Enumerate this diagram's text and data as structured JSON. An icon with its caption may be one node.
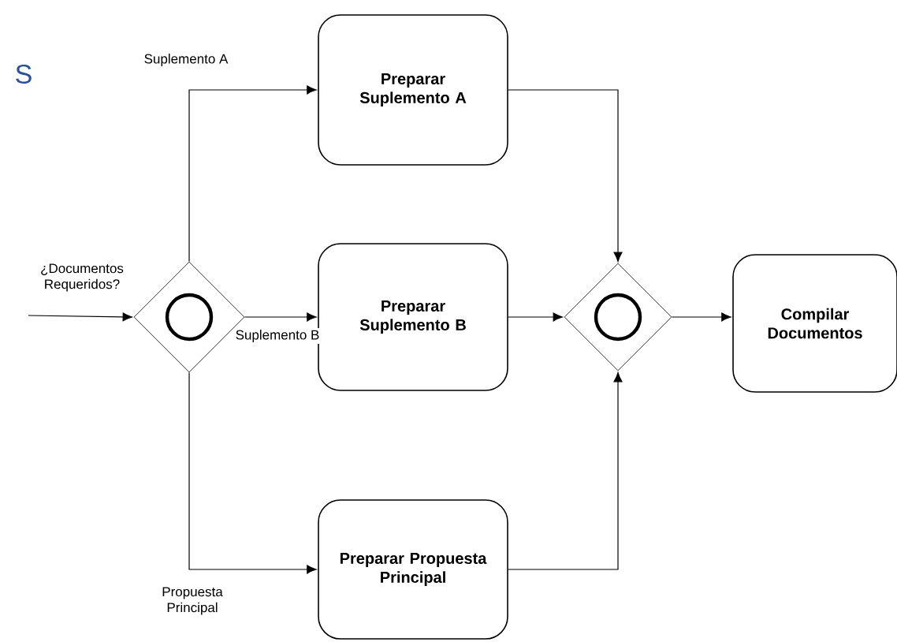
{
  "diagram": {
    "nodes": [
      {
        "text": [],
        "shape": "diamond"
      },
      {
        "text": [
          "Preparar Suplemento A"
        ]
      },
      {
        "text": [
          "Preparar Suplemento B"
        ]
      },
      {
        "text": [
          "Preparar Propuesta Principal"
        ]
      },
      {
        "text": [],
        "shape": "diamond"
      },
      {
        "text": [
          "Compilar Documentos"
        ]
      }
    ],
    "edges": [
      {
        "from": null,
        "to": 0,
        "arrow": "to",
        "label": "¿Documentos Requeridos?"
      },
      {
        "from": 0,
        "to": 1,
        "arrow": "to",
        "label": "Suplemento A"
      },
      {
        "from": 0,
        "to": 2,
        "arrow": "to",
        "label": "Suplemento B"
      },
      {
        "from": 0,
        "to": 3,
        "arrow": "to",
        "label": "Propuesta Principal"
      },
      {
        "from": 1,
        "to": 4,
        "arrow": "to"
      },
      {
        "from": 2,
        "to": 4,
        "arrow": "to"
      },
      {
        "from": 3,
        "to": 4,
        "arrow": "to"
      },
      {
        "from": 4,
        "to": 5,
        "arrow": "to"
      }
    ],
    "labels": [
      "S"
    ]
  }
}
